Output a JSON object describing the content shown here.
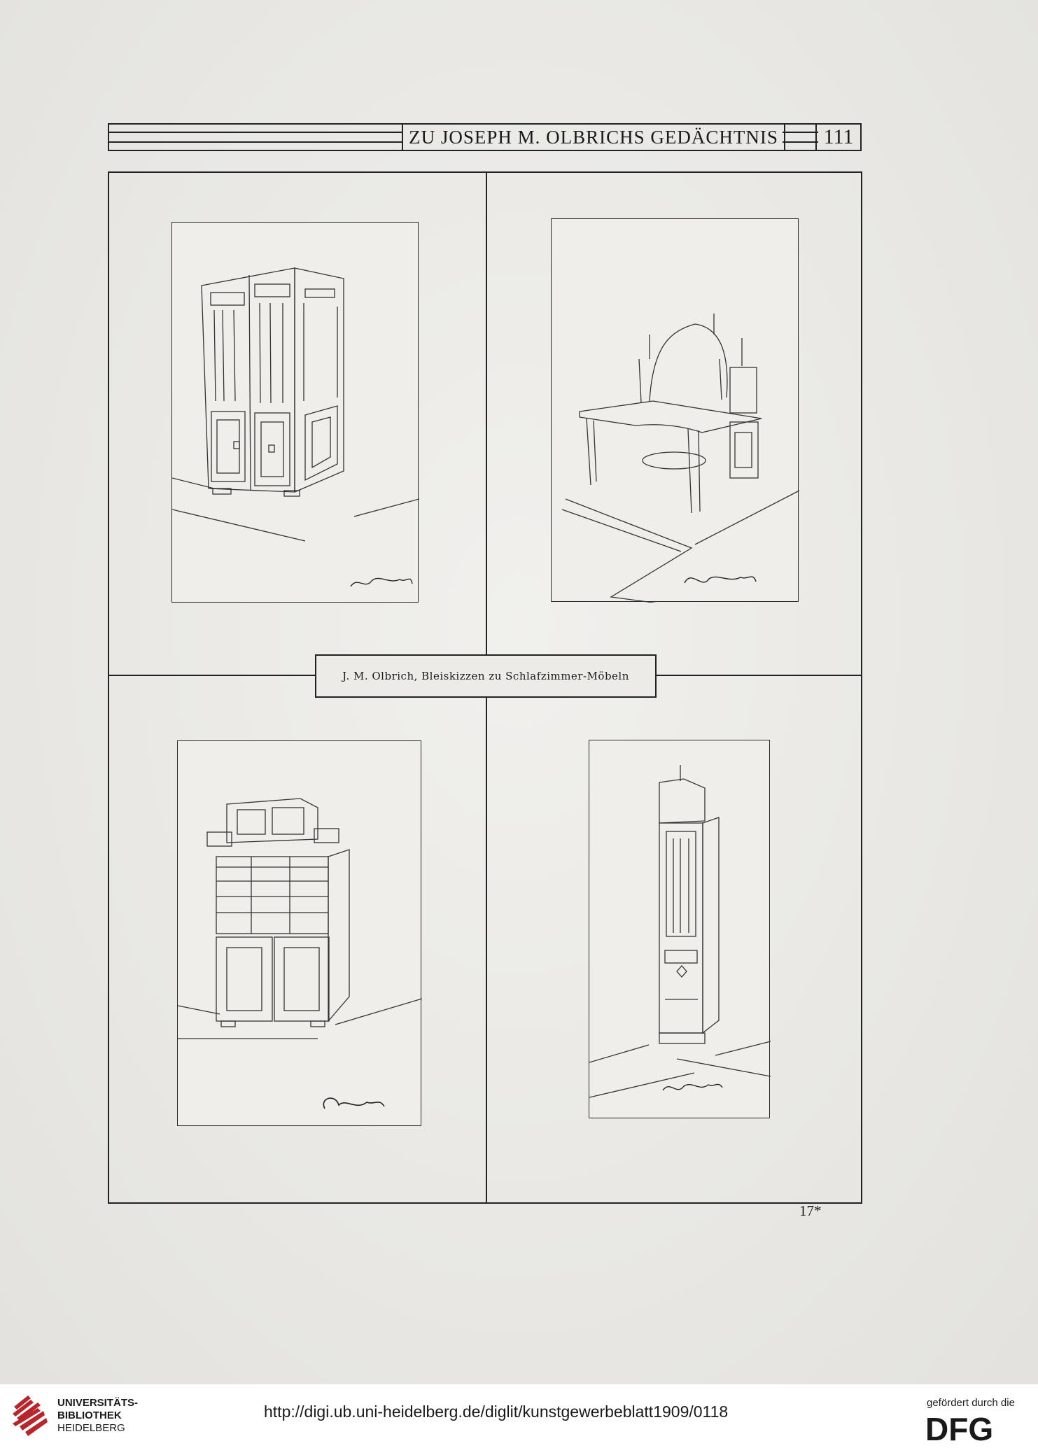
{
  "header": {
    "title": "ZU JOSEPH M. OLBRICHS GEDÄCHTNIS",
    "page_number": "111"
  },
  "plate": {
    "caption": "J. M. Olbrich, Bleiskizzen zu Schlafzimmer-Möbeln",
    "sketches": [
      {
        "subject": "wardrobe"
      },
      {
        "subject": "dressing-table"
      },
      {
        "subject": "cabinet-with-drawers"
      },
      {
        "subject": "tall-cupboard"
      }
    ]
  },
  "footnote": "17*",
  "footer": {
    "library_line1": "UNIVERSITÄTS-",
    "library_line2": "BIBLIOTHEK",
    "library_line3": "HEIDELBERG",
    "url": "http://digi.ub.uni-heidelberg.de/diglit/kunstgewerbeblatt1909/0118",
    "funded_by": "gefördert durch die",
    "funder": "DFG"
  },
  "colors": {
    "paper": "#ecebe7",
    "ink": "#222222",
    "logo_red": "#b8252b"
  }
}
